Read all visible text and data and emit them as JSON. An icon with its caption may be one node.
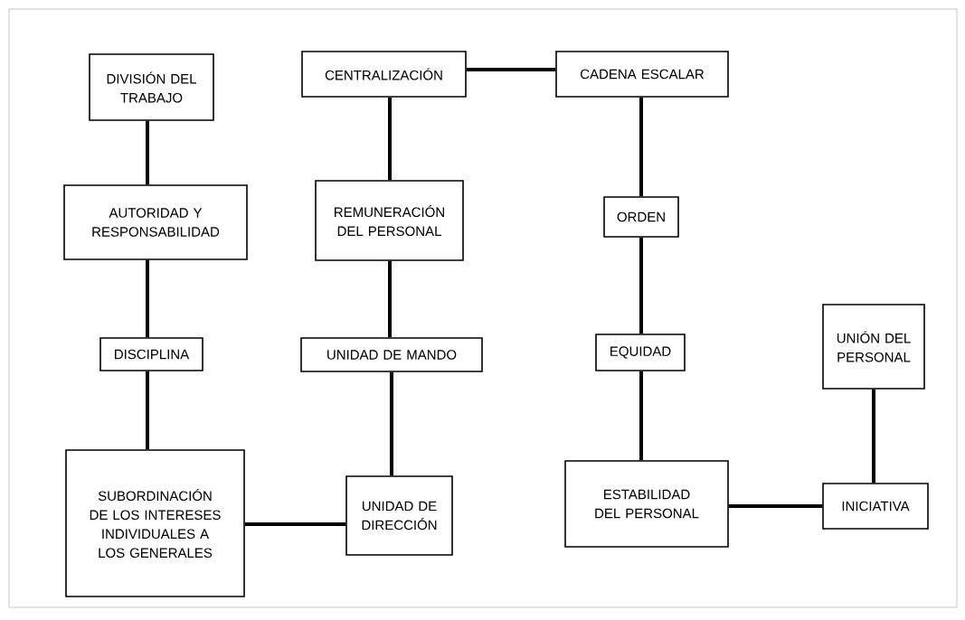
{
  "diagram": {
    "nodes": [
      {
        "text": [
          "DIVISIÓN DEL TRABAJO"
        ]
      },
      {
        "text": [
          "AUTORIDAD Y RESPONSABILIDAD"
        ]
      },
      {
        "text": [
          "DISCIPLINA"
        ]
      },
      {
        "text": [
          "SUBORDINACIÓN DE LOS INTERESES INDIVIDUALES A LOS GENERALES"
        ]
      },
      {
        "text": [
          "UNIDAD DE DIRECCIÓN"
        ]
      },
      {
        "text": [
          "UNIDAD DE MANDO"
        ]
      },
      {
        "text": [
          "REMUNERACIÓN DEL PERSONAL"
        ]
      },
      {
        "text": [
          "CENTRALIZACIÓN"
        ]
      },
      {
        "text": [
          "CADENA ESCALAR"
        ]
      },
      {
        "text": [
          "ORDEN"
        ]
      },
      {
        "text": [
          "EQUIDAD"
        ]
      },
      {
        "text": [
          "ESTABILIDAD DEL PERSONAL"
        ]
      },
      {
        "text": [
          "INICIATIVA"
        ]
      },
      {
        "text": [
          "UNIÓN DEL PERSONAL"
        ]
      }
    ],
    "edges": [
      {
        "from": 0,
        "to": 1,
        "arrow": "none"
      },
      {
        "from": 1,
        "to": 2,
        "arrow": "none"
      },
      {
        "from": 2,
        "to": 3,
        "arrow": "none"
      },
      {
        "from": 3,
        "to": 4,
        "arrow": "none"
      },
      {
        "from": 4,
        "to": 5,
        "arrow": "none"
      },
      {
        "from": 5,
        "to": 6,
        "arrow": "none"
      },
      {
        "from": 6,
        "to": 7,
        "arrow": "none"
      },
      {
        "from": 7,
        "to": 8,
        "arrow": "none"
      },
      {
        "from": 8,
        "to": 9,
        "arrow": "none"
      },
      {
        "from": 9,
        "to": 10,
        "arrow": "none"
      },
      {
        "from": 10,
        "to": 11,
        "arrow": "none"
      },
      {
        "from": 11,
        "to": 12,
        "arrow": "none"
      },
      {
        "from": 12,
        "to": 13,
        "arrow": "none"
      }
    ]
  }
}
